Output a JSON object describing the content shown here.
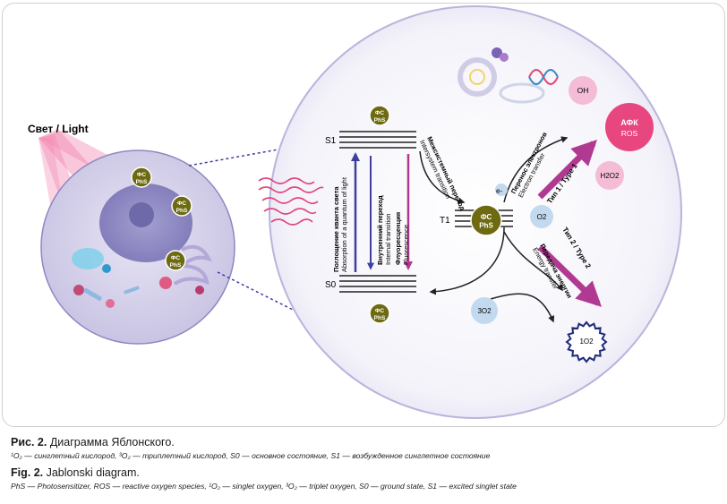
{
  "diagram": {
    "light_label": "Свет / Light",
    "phs_badge": [
      "ФС",
      "PhS"
    ],
    "levels": {
      "s1": "S1",
      "s0": "S0",
      "t1": "T1"
    },
    "absorption": [
      "Поглощение кванта света",
      "Absorption of a quantum of light"
    ],
    "internal_transition": [
      "Внутренний переход",
      "Internal transition"
    ],
    "fluorescence": [
      "Флуоресценция",
      "Fluorescence"
    ],
    "intersystem": [
      "Межсистемный переход",
      "Intersystem transition"
    ],
    "electron": "e-",
    "electron_transfer": [
      "Перенос электронов",
      "Electron transfer"
    ],
    "type1": "Тип 1 / Type 1",
    "type2": "Тип 2 / Type 2",
    "energy_transfer": [
      "Передача энергии",
      "Energy transfer"
    ],
    "ros": [
      "АФК",
      "ROS"
    ],
    "oh": "OH",
    "h2o2": "H2O2",
    "o2": "O2",
    "triplet_o2": "3O2",
    "singlet_o2": "1O2"
  },
  "caption": {
    "ru_label": "Рис. 2.",
    "ru_title": "Диаграмма Яблонского.",
    "ru_note": "¹O₂ — синглетный кислород, ³O₂ — триплетный кислород, S0 — основное состояние, S1 — возбужденное синглетное состояние",
    "en_label": "Fig. 2.",
    "en_title": "Jablonski diagram.",
    "en_note": "PhS — Photosensitizer, ROS — reactive oxygen species, ¹O₂ — singlet oxygen, ³O₂ — triplet oxygen, S0 — ground state, S1 — excited singlet state"
  },
  "colors": {
    "pink": "#e0457b",
    "magenta_arrow": "#b03a92",
    "blue_arrow": "#3d3f9e",
    "olive": "#6d6a12",
    "lavender": "#d9d6ec",
    "ros_pink": "#e8467e",
    "oh_pink": "#f4bcd6",
    "o2_blue": "#c3d9ef"
  }
}
